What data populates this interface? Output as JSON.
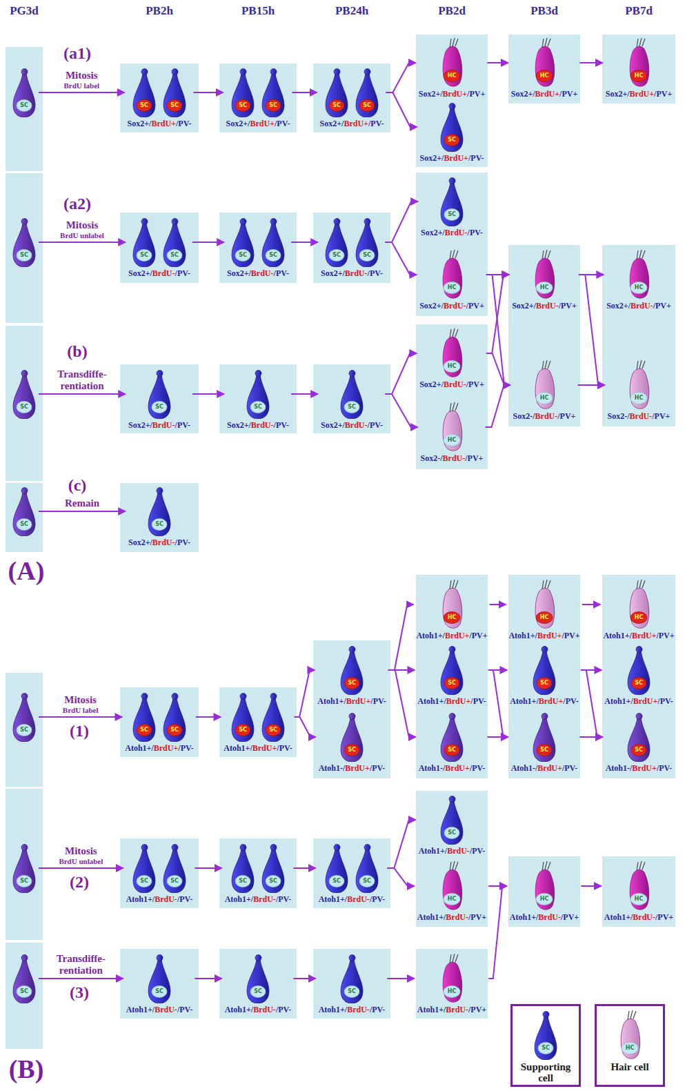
{
  "diagram": {
    "nodes": [
      {
        "text": [
          "SC"
        ]
      },
      {
        "text": [
          "Sox2+/BrdU+/PV-"
        ]
      },
      {
        "text": [
          "SC"
        ],
        "in": 1
      },
      {
        "text": [
          "SC"
        ],
        "in": 1
      },
      {
        "text": [
          "Sox2+/BrdU+/PV-"
        ]
      },
      {
        "text": [
          "SC"
        ],
        "in": 4
      },
      {
        "text": [
          "SC"
        ],
        "in": 4
      },
      {
        "text": [
          "Sox2+/BrdU+/PV-"
        ]
      },
      {
        "text": [
          "SC"
        ],
        "in": 7
      },
      {
        "text": [
          "SC"
        ],
        "in": 7
      },
      {
        "text": [
          "HC",
          "Sox2+/BrdU+/PV+"
        ]
      },
      {
        "text": [
          "HC",
          "Sox2+/BrdU+/PV+"
        ]
      },
      {
        "text": [
          "HC",
          "Sox2+/BrdU+/PV+"
        ]
      },
      {
        "text": [
          "SC",
          "Sox2+/BrdU+/PV-"
        ]
      },
      {
        "text": [
          "SC"
        ]
      },
      {
        "text": [
          "Sox2+/BrdU-/PV-"
        ]
      },
      {
        "text": [
          "SC"
        ],
        "in": 15
      },
      {
        "text": [
          "SC"
        ],
        "in": 15
      },
      {
        "text": [
          "Sox2+/BrdU-/PV-"
        ]
      },
      {
        "text": [
          "SC"
        ],
        "in": 18
      },
      {
        "text": [
          "SC"
        ],
        "in": 18
      },
      {
        "text": [
          "Sox2+/BrdU-/PV-"
        ]
      },
      {
        "text": [
          "SC"
        ],
        "in": 21
      },
      {
        "text": [
          "SC"
        ],
        "in": 21
      },
      {
        "text": [
          "SC",
          "Sox2+/BrdU-/PV-"
        ]
      },
      {
        "text": [
          "HC",
          "Sox2+/BrdU-/PV+"
        ]
      },
      {
        "text": [
          "HC",
          "Sox2+/BrdU-/PV+"
        ]
      },
      {
        "text": [
          "HC",
          "Sox2+/BrdU-/PV+"
        ]
      },
      {
        "text": [
          "SC"
        ]
      },
      {
        "text": [
          "SC",
          "Sox2+/BrdU-/PV-"
        ]
      },
      {
        "text": [
          "SC",
          "Sox2+/BrdU-/PV-"
        ]
      },
      {
        "text": [
          "SC",
          "Sox2+/BrdU-/PV-"
        ]
      },
      {
        "text": [
          "HC",
          "Sox2+/BrdU-/PV+"
        ]
      },
      {
        "text": [
          "HC",
          "Sox2-/BrdU-/PV+"
        ]
      },
      {
        "text": [
          "HC",
          "Sox2-/BrdU-/PV+"
        ]
      },
      {
        "text": [
          "HC",
          "Sox2-/BrdU-/PV+"
        ]
      },
      {
        "text": [
          "SC"
        ]
      },
      {
        "text": [
          "SC",
          "Sox2+/BrdU-/PV-"
        ]
      },
      {
        "text": [
          "HC",
          "Atoh1+/BrdU+/PV+"
        ]
      },
      {
        "text": [
          "HC",
          "Atoh1+/BrdU+/PV+"
        ]
      },
      {
        "text": [
          "HC",
          "Atoh1+/BrdU+/PV+"
        ]
      },
      {
        "text": [
          "SC"
        ]
      },
      {
        "text": [
          "Atoh1+/BrdU+/PV-"
        ]
      },
      {
        "text": [
          "SC"
        ],
        "in": 42
      },
      {
        "text": [
          "SC"
        ],
        "in": 42
      },
      {
        "text": [
          "Atoh1+/BrdU+/PV-"
        ]
      },
      {
        "text": [
          "SC"
        ],
        "in": 45
      },
      {
        "text": [
          "SC"
        ],
        "in": 45
      },
      {
        "text": [
          "SC",
          "Atoh1+/BrdU+/PV-"
        ]
      },
      {
        "text": [
          "SC",
          "Atoh1+/BrdU+/PV-"
        ]
      },
      {
        "text": [
          "SC",
          "Atoh1+/BrdU+/PV-"
        ]
      },
      {
        "text": [
          "SC",
          "Atoh1+/BrdU+/PV-"
        ]
      },
      {
        "text": [
          "SC",
          "Atoh1-/BrdU+/PV-"
        ]
      },
      {
        "text": [
          "SC",
          "Atoh1-/BrdU+/PV-"
        ]
      },
      {
        "text": [
          "SC",
          "Atoh1-/BrdU+/PV-"
        ]
      },
      {
        "text": [
          "SC",
          "Atoh1-/BrdU+/PV-"
        ]
      },
      {
        "text": [
          "SC"
        ]
      },
      {
        "text": [
          "Atoh1+/BrdU-/PV-"
        ]
      },
      {
        "text": [
          "SC"
        ],
        "in": 57
      },
      {
        "text": [
          "SC"
        ],
        "in": 57
      },
      {
        "text": [
          "Atoh1+/BrdU-/PV-"
        ]
      },
      {
        "text": [
          "SC"
        ],
        "in": 60
      },
      {
        "text": [
          "SC"
        ],
        "in": 60
      },
      {
        "text": [
          "Atoh1+/BrdU-/PV-"
        ]
      },
      {
        "text": [
          "SC"
        ],
        "in": 63
      },
      {
        "text": [
          "SC"
        ],
        "in": 63
      },
      {
        "text": [
          "SC",
          "Atoh1+/BrdU-/PV-"
        ]
      },
      {
        "text": [
          "HC",
          "Atoh1+/BrdU-/PV+"
        ]
      },
      {
        "text": [
          "HC",
          "Atoh1+/BrdU-/PV+"
        ]
      },
      {
        "text": [
          "HC",
          "Atoh1+/BrdU-/PV+"
        ]
      },
      {
        "text": [
          "SC"
        ]
      },
      {
        "text": [
          "SC",
          "Atoh1+/BrdU-/PV-"
        ]
      },
      {
        "text": [
          "SC",
          "Atoh1+/BrdU-/PV-"
        ]
      },
      {
        "text": [
          "SC",
          "Atoh1+/BrdU-/PV-"
        ]
      },
      {
        "text": [
          "HC",
          "Atoh1+/BrdU-/PV+"
        ]
      }
    ],
    "edges": [
      {
        "from": 0,
        "to": 1,
        "label": "Mitosis BrdU label",
        "arrow": "to"
      },
      {
        "from": 1,
        "to": 4,
        "arrow": "to"
      },
      {
        "from": 4,
        "to": 7,
        "arrow": "to"
      },
      {
        "from": 7,
        "to": 10,
        "arrow": "to"
      },
      {
        "from": 7,
        "to": 13,
        "arrow": "to"
      },
      {
        "from": 10,
        "to": 11,
        "arrow": "to"
      },
      {
        "from": 11,
        "to": 12,
        "arrow": "to"
      },
      {
        "from": 14,
        "to": 15,
        "label": "Mitosis BrdU unlabel",
        "arrow": "to"
      },
      {
        "from": 15,
        "to": 18,
        "arrow": "to"
      },
      {
        "from": 18,
        "to": 21,
        "arrow": "to"
      },
      {
        "from": 21,
        "to": 24,
        "arrow": "to"
      },
      {
        "from": 21,
        "to": 25,
        "arrow": "to"
      },
      {
        "from": 25,
        "to": 26,
        "arrow": "to"
      },
      {
        "from": 25,
        "to": 33,
        "arrow": "to"
      },
      {
        "from": 26,
        "to": 27,
        "arrow": "to"
      },
      {
        "from": 26,
        "to": 34,
        "arrow": "to"
      },
      {
        "from": 28,
        "to": 29,
        "label": "Transdiffe- rentiation",
        "arrow": "to"
      },
      {
        "from": 29,
        "to": 30,
        "arrow": "to"
      },
      {
        "from": 30,
        "to": 31,
        "arrow": "to"
      },
      {
        "from": 31,
        "to": 32,
        "arrow": "to"
      },
      {
        "from": 31,
        "to": 35,
        "arrow": "to"
      },
      {
        "from": 32,
        "to": 26,
        "arrow": "to"
      },
      {
        "from": 32,
        "to": 33,
        "arrow": "to"
      },
      {
        "from": 35,
        "to": 33,
        "arrow": "to"
      },
      {
        "from": 33,
        "to": 34,
        "arrow": "to"
      },
      {
        "from": 36,
        "to": 37,
        "label": "Remain",
        "arrow": "to"
      },
      {
        "from": 41,
        "to": 42,
        "label": "Mitosis BrdU label",
        "arrow": "to"
      },
      {
        "from": 42,
        "to": 45,
        "arrow": "to"
      },
      {
        "from": 45,
        "to": 48,
        "arrow": "to"
      },
      {
        "from": 45,
        "to": 52,
        "arrow": "to"
      },
      {
        "from": 48,
        "to": 38,
        "arrow": "to"
      },
      {
        "from": 48,
        "to": 49,
        "arrow": "to"
      },
      {
        "from": 48,
        "to": 53,
        "arrow": "to"
      },
      {
        "from": 38,
        "to": 39,
        "arrow": "to"
      },
      {
        "from": 39,
        "to": 40,
        "arrow": "to"
      },
      {
        "from": 49,
        "to": 50,
        "arrow": "to"
      },
      {
        "from": 49,
        "to": 54,
        "arrow": "to"
      },
      {
        "from": 53,
        "to": 54,
        "arrow": "to"
      },
      {
        "from": 50,
        "to": 51,
        "arrow": "to"
      },
      {
        "from": 50,
        "to": 55,
        "arrow": "to"
      },
      {
        "from": 54,
        "to": 55,
        "arrow": "to"
      },
      {
        "from": 56,
        "to": 57,
        "label": "Mitosis BrdU unlabel",
        "arrow": "to"
      },
      {
        "from": 57,
        "to": 60,
        "arrow": "to"
      },
      {
        "from": 60,
        "to": 63,
        "arrow": "to"
      },
      {
        "from": 63,
        "to": 66,
        "arrow": "to"
      },
      {
        "from": 63,
        "to": 67,
        "arrow": "to"
      },
      {
        "from": 67,
        "to": 68,
        "arrow": "to"
      },
      {
        "from": 68,
        "to": 69,
        "arrow": "to"
      },
      {
        "from": 70,
        "to": 71,
        "label": "Transdiffe- rentiation",
        "arrow": "to"
      },
      {
        "from": 71,
        "to": 72,
        "arrow": "to"
      },
      {
        "from": 72,
        "to": 73,
        "arrow": "to"
      },
      {
        "from": 73,
        "to": 74,
        "arrow": "to"
      },
      {
        "from": 74,
        "to": 68,
        "arrow": "to"
      }
    ],
    "labels": [
      "PG3d",
      "PB2h",
      "PB15h",
      "PB24h",
      "PB2d",
      "PB3d",
      "PB7d",
      "(a1)",
      "(a2)",
      "(b)",
      "(c)",
      "(A)",
      "(1)",
      "(2)",
      "(3)",
      "(B)",
      "SC",
      "HC"
    ],
    "legend": [
      {
        "text": "Supporting cell"
      },
      {
        "text": "Hair cell"
      }
    ]
  }
}
